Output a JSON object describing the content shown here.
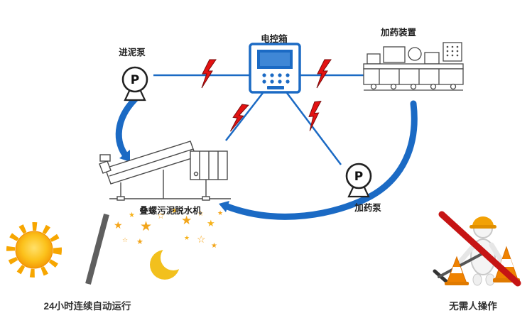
{
  "nodes": {
    "control_box": {
      "label": "电控箱"
    },
    "dosing_device": {
      "label": "加药装置"
    },
    "inlet_pump": {
      "label": "进泥泵",
      "symbol": "P"
    },
    "dosing_pump": {
      "label": "加药泵",
      "symbol": "P"
    },
    "dewatering_machine": {
      "label": "叠螺污泥脱水机"
    }
  },
  "captions": {
    "left": "24小时连续自动运行",
    "right": "无需人操作"
  },
  "icons": {
    "star": "★",
    "star_outline": "☆"
  },
  "colors": {
    "flow_blue": "#1b6ac4",
    "lightning_red": "#e31212",
    "lightning_edge": "#7a0b0b",
    "sun_orange": "#f7a600",
    "moon_yellow": "#f2c01d",
    "slash_gray": "#5f5f5f",
    "prohibition_red": "#c61414",
    "helmet_orange": "#f2a105",
    "cone_orange": "#ef8200",
    "drawing_gray": "#4a4a4a"
  }
}
